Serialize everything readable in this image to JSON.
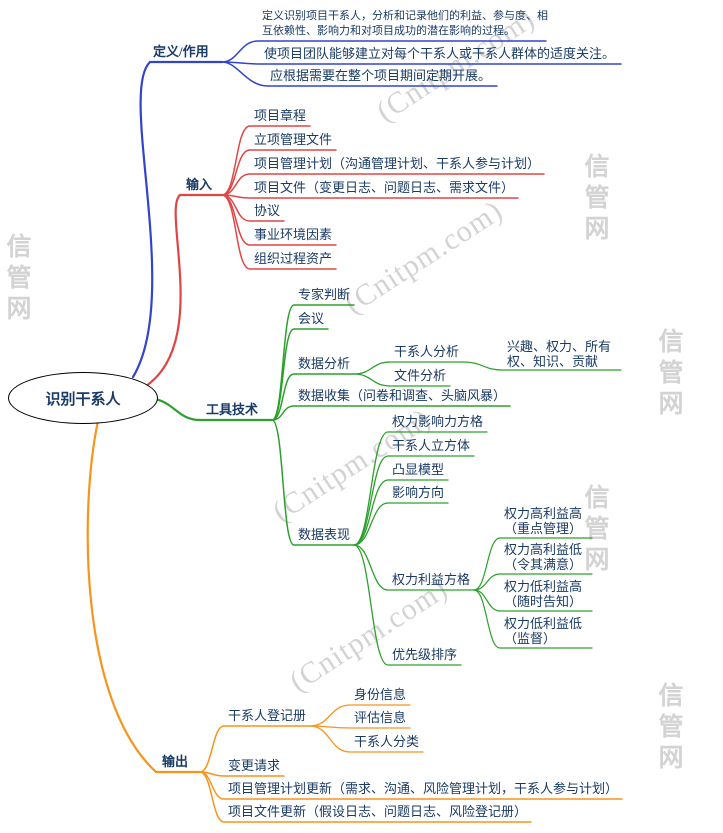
{
  "root_label": "识别干系人",
  "watermark": {
    "site_name": "信管网",
    "site_url": "(Cnitpm.com)"
  },
  "colors": {
    "definition_branch": "#3344cc",
    "inputs_branch": "#e04545",
    "tools_branch": "#2ca02c",
    "outputs_branch": "#f7941d",
    "text": "#1a3b66"
  },
  "definition": {
    "label": "定义/作用",
    "items": [
      "定义识别项目干系人，分析和记录他们的利益、参与度、相互依赖性、影响力和对项目成功的潜在影响的过程。",
      "使项目团队能够建立对每个干系人或干系人群体的适度关注。",
      "应根据需要在整个项目期间定期开展。"
    ]
  },
  "inputs": {
    "label": "输入",
    "items": [
      "项目章程",
      "立项管理文件",
      "项目管理计划（沟通管理计划、干系人参与计划）",
      "项目文件（变更日志、问题日志、需求文件）",
      "协议",
      "事业环境因素",
      "组织过程资产"
    ]
  },
  "tools": {
    "label": "工具技术",
    "expert_judgment": "专家判断",
    "meetings": "会议",
    "data_analysis": {
      "label": "数据分析",
      "stakeholder_analysis": "干系人分析",
      "stakeholder_analysis_note": "兴趣、权力、所有权、知识、贡献",
      "document_analysis": "文件分析"
    },
    "data_gathering": "数据收集（问卷和调查、头脑风暴）",
    "data_representation": {
      "label": "数据表现",
      "power_influence_grid": "权力影响力方格",
      "stakeholder_cube": "干系人立方体",
      "salience_model": "凸显模型",
      "direction_of_influence": "影响方向",
      "power_interest_grid": {
        "label": "权力利益方格",
        "quadrants": [
          "权力高利益高（重点管理）",
          "权力高利益低（令其满意）",
          "权力低利益高（随时告知）",
          "权力低利益低（监督）"
        ]
      },
      "prioritization": "优先级排序"
    }
  },
  "outputs": {
    "label": "输出",
    "stakeholder_register": {
      "label": "干系人登记册",
      "items": [
        "身份信息",
        "评估信息",
        "干系人分类"
      ]
    },
    "change_requests": "变更请求",
    "pm_plan_updates": "项目管理计划更新（需求、沟通、风险管理计划，干系人参与计划）",
    "project_doc_updates": "项目文件更新（假设日志、问题日志、风险登记册）"
  }
}
